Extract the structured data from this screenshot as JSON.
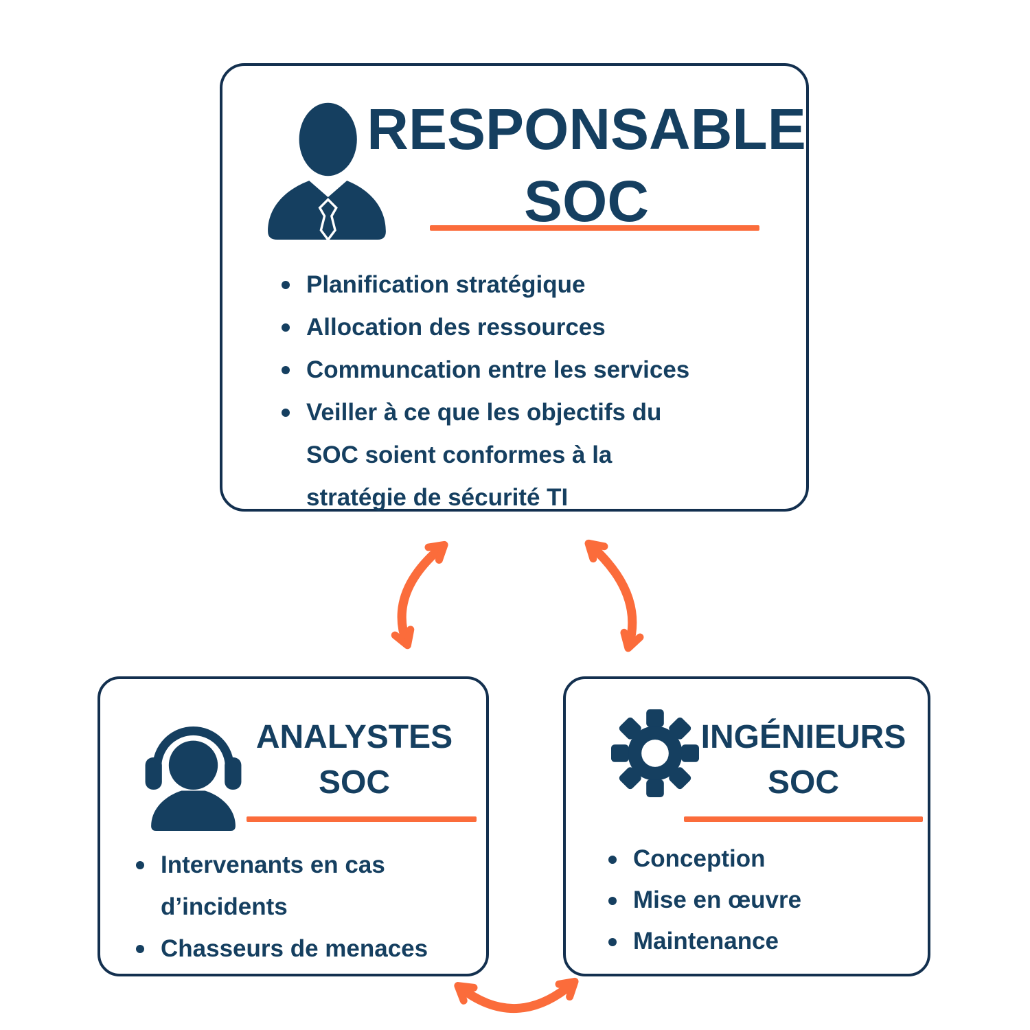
{
  "colors": {
    "navy_text": "#153f60",
    "card_border": "#13304f",
    "accent_orange": "#fb6c3b",
    "background": "#ffffff"
  },
  "cards": {
    "responsable": {
      "icon": "businessman-icon",
      "title_line1": "RESPONSABLE",
      "title_line2": "SOC",
      "bullets": [
        "Planification stratégique",
        "Allocation des ressources",
        "Communcation entre les services",
        "Veiller à ce que les objectifs du SOC soient conformes à la stratégie de sécurité TI"
      ]
    },
    "analystes": {
      "icon": "headset-agent-icon",
      "title_line1": "ANALYSTES",
      "title_line2": "SOC",
      "bullets": [
        "Intervenants en cas d’incidents",
        "Chasseurs de menaces"
      ]
    },
    "ingenieurs": {
      "icon": "gear-icon",
      "title_line1": "INGÉNIEURS",
      "title_line2": "SOC",
      "bullets": [
        "Conception",
        "Mise en œuvre",
        "Maintenance"
      ]
    }
  },
  "connections": [
    {
      "from": "RESPONSABLE SOC",
      "to": "ANALYSTES SOC",
      "type": "bidirectional-curved-arrow"
    },
    {
      "from": "RESPONSABLE SOC",
      "to": "INGÉNIEURS SOC",
      "type": "bidirectional-curved-arrow"
    },
    {
      "from": "ANALYSTES SOC",
      "to": "INGÉNIEURS SOC",
      "type": "bidirectional-curved-arrow"
    }
  ]
}
